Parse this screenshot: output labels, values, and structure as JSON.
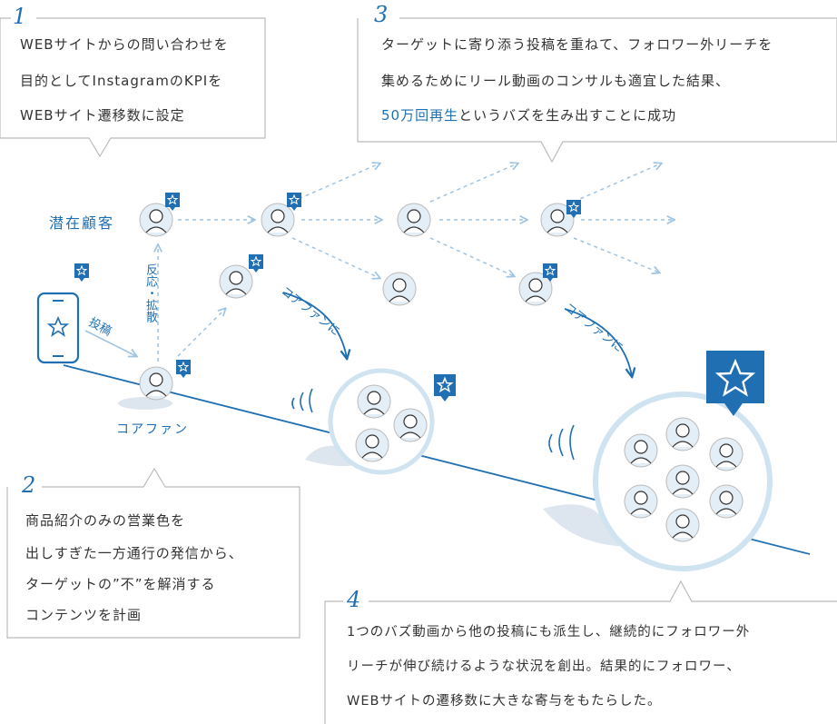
{
  "callouts": {
    "c1": {
      "number": "1",
      "lines": [
        "WEBサイトからの問い合わせを",
        "目的としてInstagramのKPIを",
        "WEBサイト遷移数に設定"
      ]
    },
    "c2": {
      "number": "2",
      "lines": [
        "商品紹介のみの営業色を",
        "出しすぎた一方通行の発信から、",
        "ターゲットの”不”を解消する",
        "コンテンツを計画"
      ]
    },
    "c3": {
      "number": "3",
      "line1": "ターゲットに寄り添う投稿を重ねて、フォロワー外リーチを",
      "line2": "集めるためにリール動画のコンサルも適宜した結果、",
      "highlight": "50万回再生",
      "line3_rest": "というバズを生み出すことに成功"
    },
    "c4": {
      "number": "4",
      "lines": [
        "1つのバズ動画から他の投稿にも派生し、継続的にフォロワー外",
        "リーチが伸び続けるような状況を創出。結果的にフォロワー、",
        "WEBサイトの遷移数に大きな寄与をもたらした。"
      ]
    }
  },
  "labels": {
    "potential_customer": "潜在顧客",
    "core_fan": "コアファン",
    "post": "投稿",
    "reaction_spread": "反応・拡散",
    "to_core_fan_1": "コアファンに",
    "to_core_fan_2": "コアファンに"
  },
  "colors": {
    "accent": "#1f6fb2",
    "light_blue": "#cfe3f1",
    "circle_bg": "#e4eef6",
    "gray_border": "#bbbbbb",
    "dashed": "#9ec4e2"
  }
}
